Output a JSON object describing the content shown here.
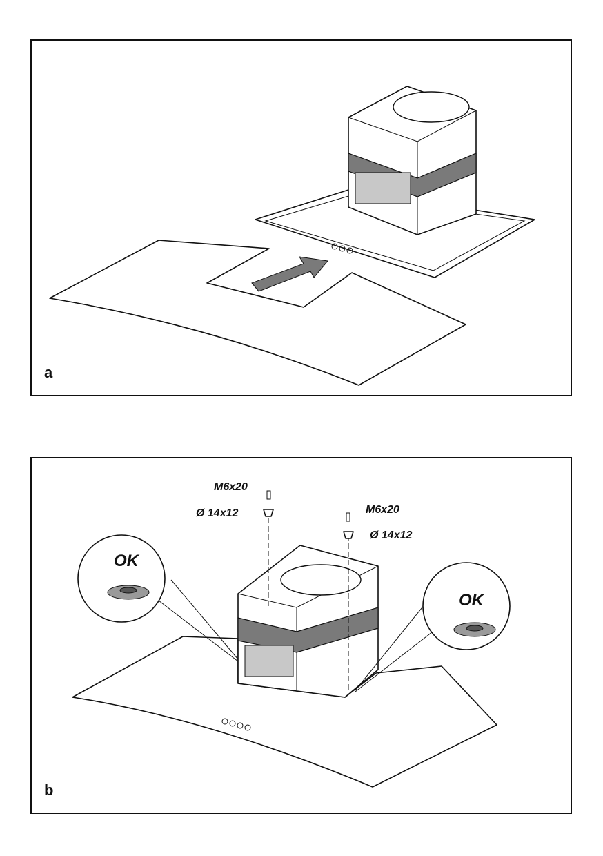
{
  "panel_a": {
    "label": "a"
  },
  "panel_b": {
    "label": "b",
    "screw_left": "M6x20",
    "washer_left": "Ø 14x12",
    "screw_right": "M6x20",
    "washer_right": "Ø 14x12",
    "callout_left": "OK",
    "callout_right": "OK"
  }
}
